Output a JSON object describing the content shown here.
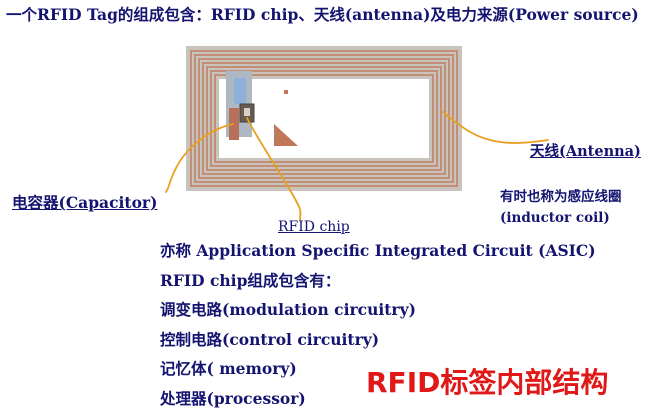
{
  "heading": "一个RFID Tag的组成包含：RFID chip、天线(antenna)及电力来源(Power source)",
  "labels": {
    "antenna": "天线(Antenna)",
    "inductor_cn": "有时也称为感应线圈",
    "inductor_en": "(inductor coil)",
    "capacitor": "电容器(Capacitor)",
    "chip": "RFID chip"
  },
  "description": [
    "亦称 Application Specific Integrated Circuit (ASIC)",
    "RFID chip组成包含有：",
    "调变电路(modulation circuitry)",
    "控制电路(control circuitry)",
    "记忆体( memory)",
    "处理器(processor)"
  ],
  "title": "RFID标签内部结构",
  "colors": {
    "text": "#141470",
    "title": "#e01818",
    "pointer": "#e8a020",
    "coil": "#c07858",
    "tag_body": "#c9c3bd"
  }
}
